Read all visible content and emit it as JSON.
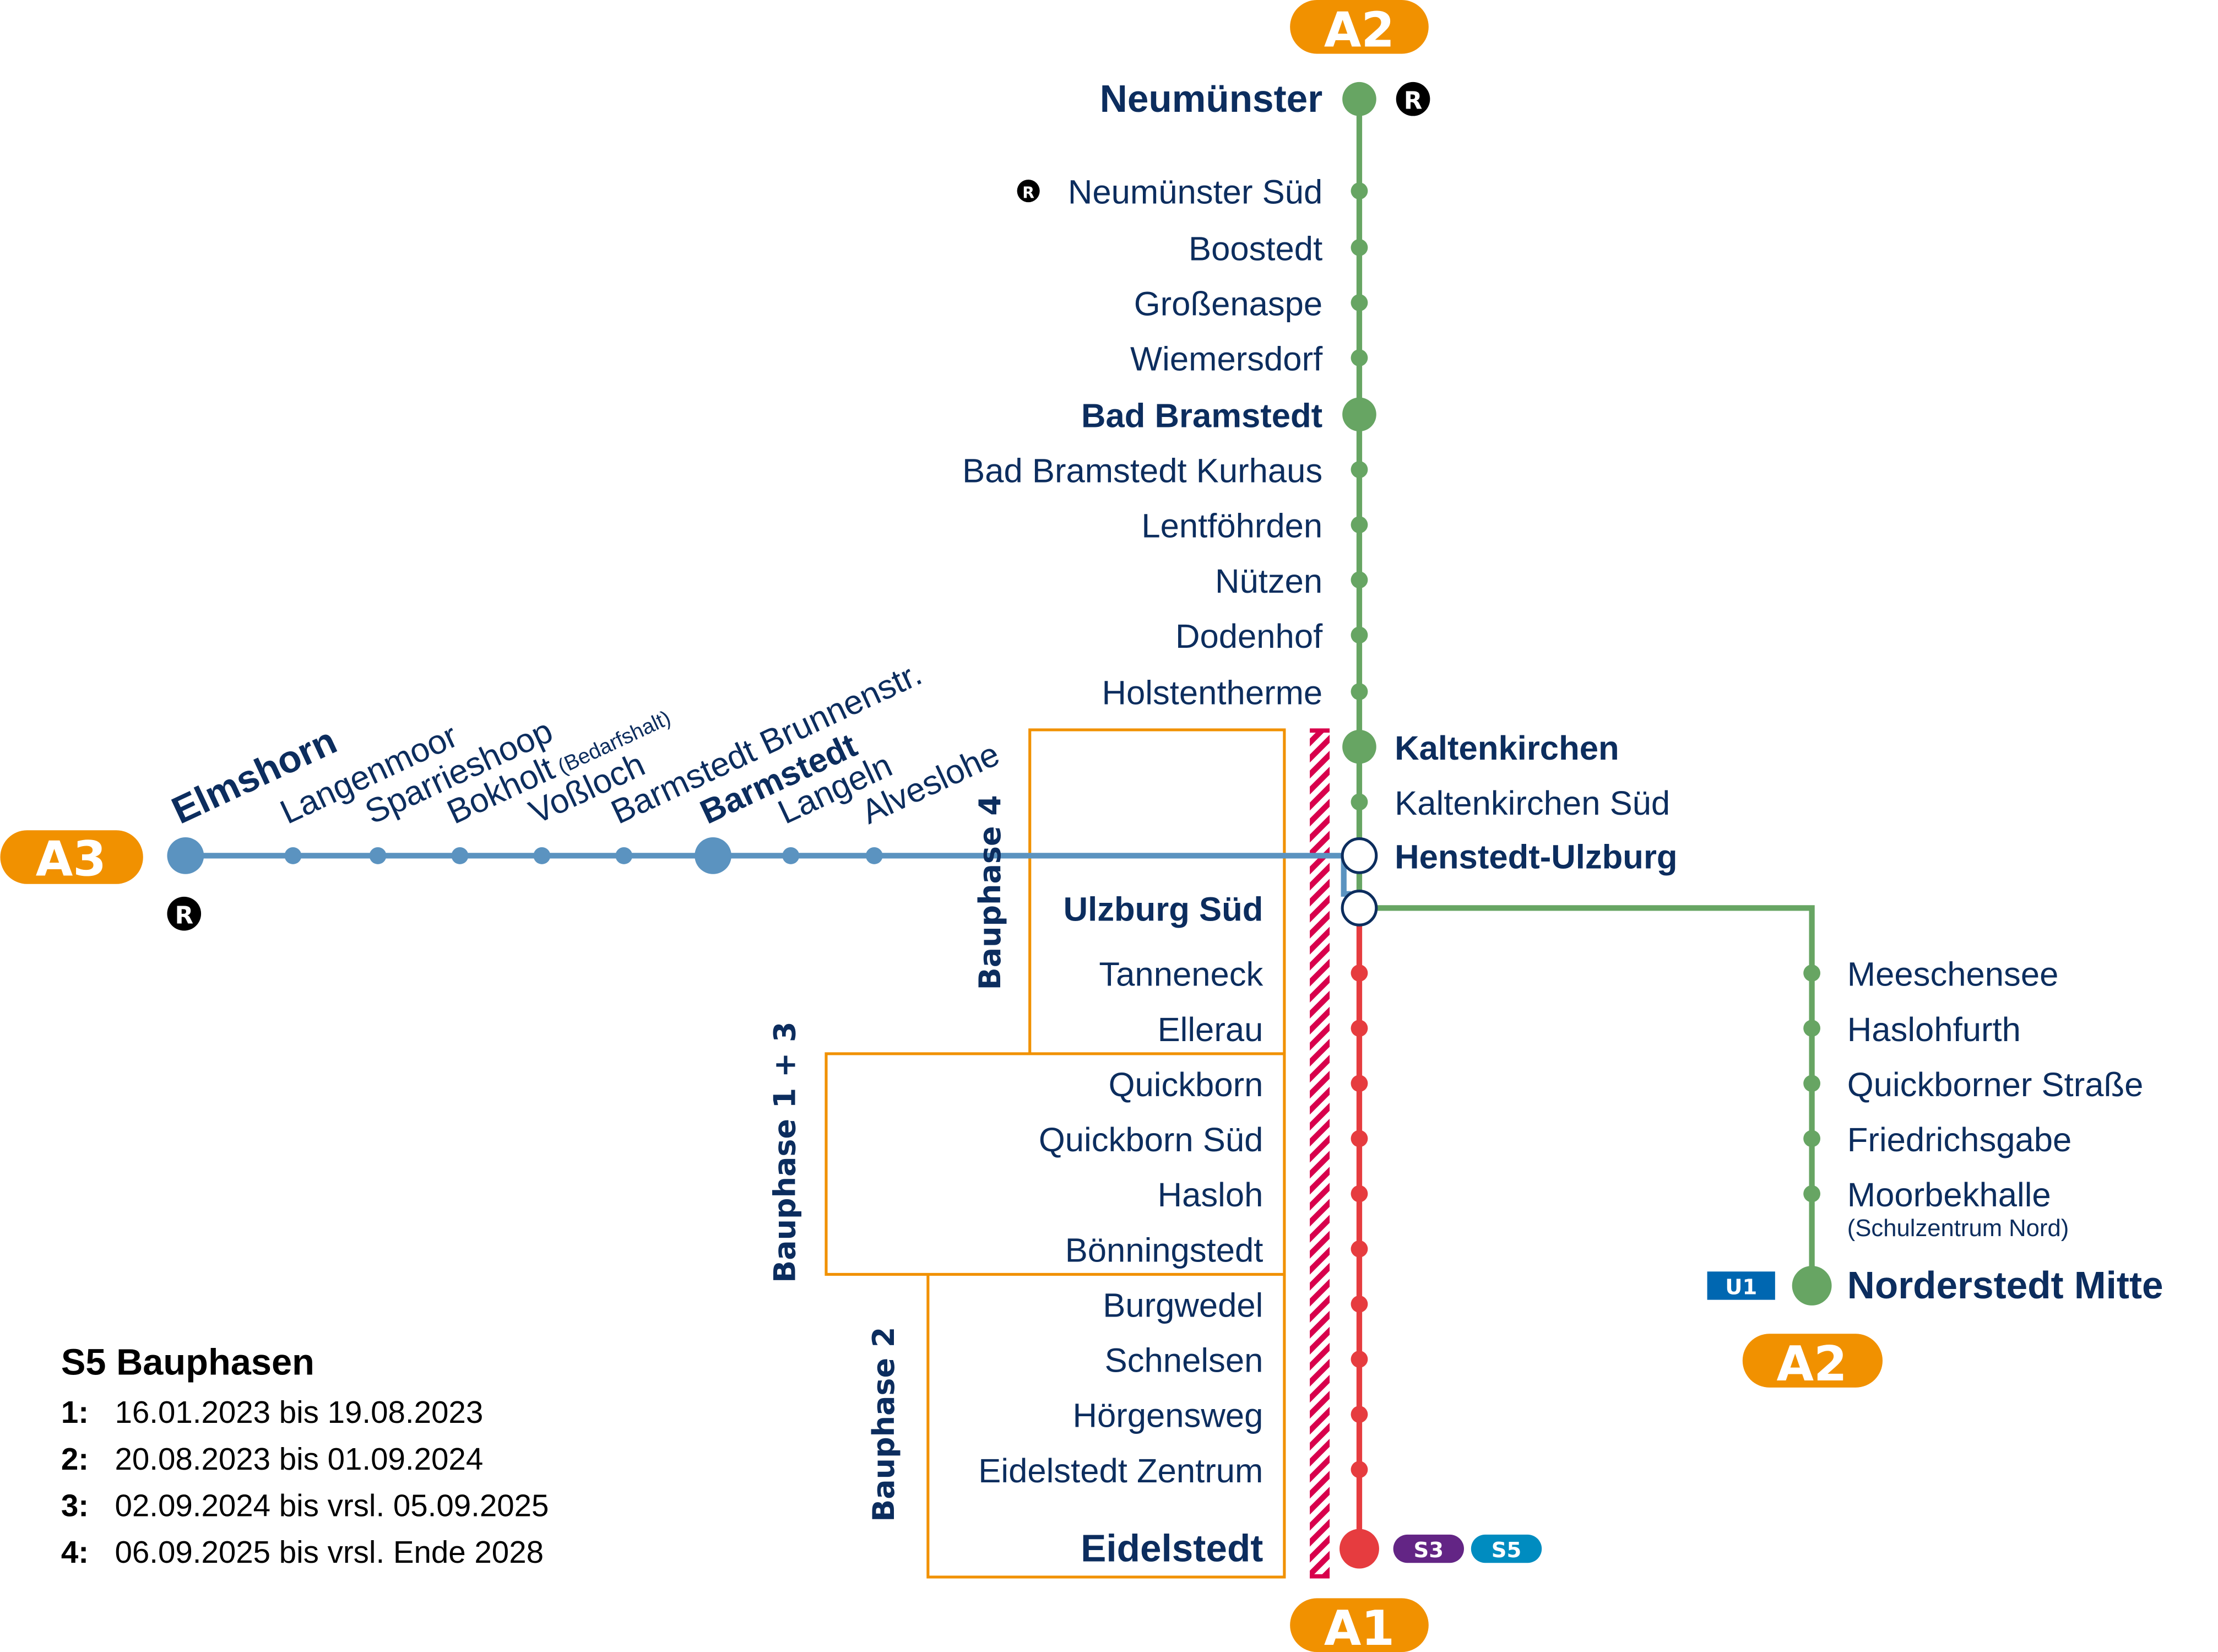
{
  "colors": {
    "green": "#67a563",
    "blue": "#5b93c0",
    "red": "#e63c3f",
    "orange": "#f19100",
    "navy": "#0c2d5e",
    "hatch": "#d8004c",
    "s3": "#632585",
    "s5": "#008cc0",
    "u1": "#0067b1"
  },
  "badges": {
    "a2_top": "A2",
    "a3_left": "A3",
    "a1_bottom": "A1",
    "a2_right": "A2"
  },
  "icons": {
    "regional_train": "R"
  },
  "line_north": {
    "stations": [
      {
        "name": "Neumünster",
        "type": "major",
        "regional": true
      },
      {
        "name": "Neumünster Süd",
        "type": "minor",
        "regional": true
      },
      {
        "name": "Boostedt",
        "type": "minor"
      },
      {
        "name": "Großenaspe",
        "type": "minor"
      },
      {
        "name": "Wiemersdorf",
        "type": "minor"
      },
      {
        "name": "Bad Bramstedt",
        "type": "major"
      },
      {
        "name": "Bad Bramstedt Kurhaus",
        "type": "minor"
      },
      {
        "name": "Lentföhrden",
        "type": "minor"
      },
      {
        "name": "Nützen",
        "type": "minor"
      },
      {
        "name": "Dodenhof",
        "type": "minor"
      },
      {
        "name": "Holstentherme",
        "type": "minor"
      },
      {
        "name": "Kaltenkirchen",
        "type": "major"
      },
      {
        "name": "Kaltenkirchen Süd",
        "type": "minor"
      },
      {
        "name": "Henstedt-Ulzburg",
        "type": "interchange"
      }
    ]
  },
  "line_west": {
    "stations": [
      {
        "name": "Elmshorn",
        "type": "major",
        "regional": true
      },
      {
        "name": "Langenmoor",
        "type": "minor"
      },
      {
        "name": "Sparrieshoop",
        "type": "minor"
      },
      {
        "name": "Bokholt",
        "note": "(Bedarfshalt)",
        "type": "minor"
      },
      {
        "name": "Voßloch",
        "type": "minor"
      },
      {
        "name": "Barmstedt Brunnenstr.",
        "type": "minor"
      },
      {
        "name": "Barmstedt",
        "type": "major"
      },
      {
        "name": "Langeln",
        "type": "minor"
      },
      {
        "name": "Alveslohe",
        "type": "minor"
      }
    ]
  },
  "line_south": {
    "stations": [
      {
        "name": "Ulzburg Süd",
        "type": "interchange"
      },
      {
        "name": "Tanneneck",
        "type": "minor"
      },
      {
        "name": "Ellerau",
        "type": "minor"
      },
      {
        "name": "Quickborn",
        "type": "minor"
      },
      {
        "name": "Quickborn Süd",
        "type": "minor"
      },
      {
        "name": "Hasloh",
        "type": "minor"
      },
      {
        "name": "Bönningstedt",
        "type": "minor"
      },
      {
        "name": "Burgwedel",
        "type": "minor"
      },
      {
        "name": "Schnelsen",
        "type": "minor"
      },
      {
        "name": "Hörgensweg",
        "type": "minor"
      },
      {
        "name": "Eidelstedt Zentrum",
        "type": "minor"
      },
      {
        "name": "Eidelstedt",
        "type": "major"
      }
    ],
    "terminal_connections": [
      "S3",
      "S5"
    ]
  },
  "line_east": {
    "stations": [
      {
        "name": "Meeschensee",
        "type": "minor"
      },
      {
        "name": "Haslohfurth",
        "type": "minor"
      },
      {
        "name": "Quickborner Straße",
        "type": "minor"
      },
      {
        "name": "Friedrichsgabe",
        "type": "minor"
      },
      {
        "name": "Moorbekhalle",
        "note": "(Schulzentrum Nord)",
        "type": "minor"
      },
      {
        "name": "Norderstedt Mitte",
        "type": "major"
      }
    ],
    "terminal_connection": "U1"
  },
  "phases": {
    "phase4": "Bauphase 4",
    "phase13": "Bauphase 1 + 3",
    "phase2": "Bauphase 2"
  },
  "legend": {
    "title": "S5 Bauphasen",
    "items": [
      {
        "num": "1:",
        "text": "16.01.2023 bis 19.08.2023"
      },
      {
        "num": "2:",
        "text": "20.08.2023 bis 01.09.2024"
      },
      {
        "num": "3:",
        "text": "02.09.2024 bis vrsl. 05.09.2025"
      },
      {
        "num": "4:",
        "text": "06.09.2025 bis vrsl. Ende 2028"
      }
    ]
  }
}
